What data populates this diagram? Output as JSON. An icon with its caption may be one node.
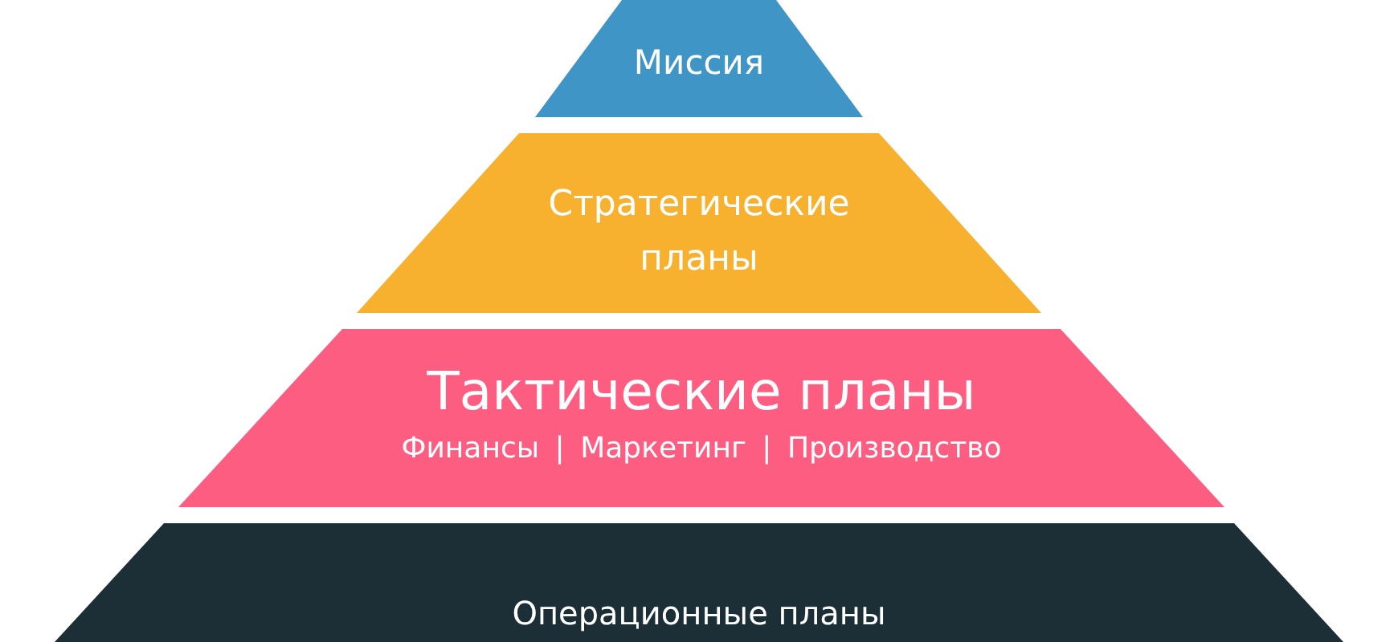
{
  "diagram": {
    "nodes": [
      {
        "text": [
          "Миссия"
        ]
      },
      {
        "text": [
          "Стратегические планы"
        ]
      },
      {
        "text": [
          "Тактические планы",
          "Финансы | Маркетинг | Производство"
        ]
      },
      {
        "text": [
          "Операционные планы"
        ]
      }
    ]
  }
}
